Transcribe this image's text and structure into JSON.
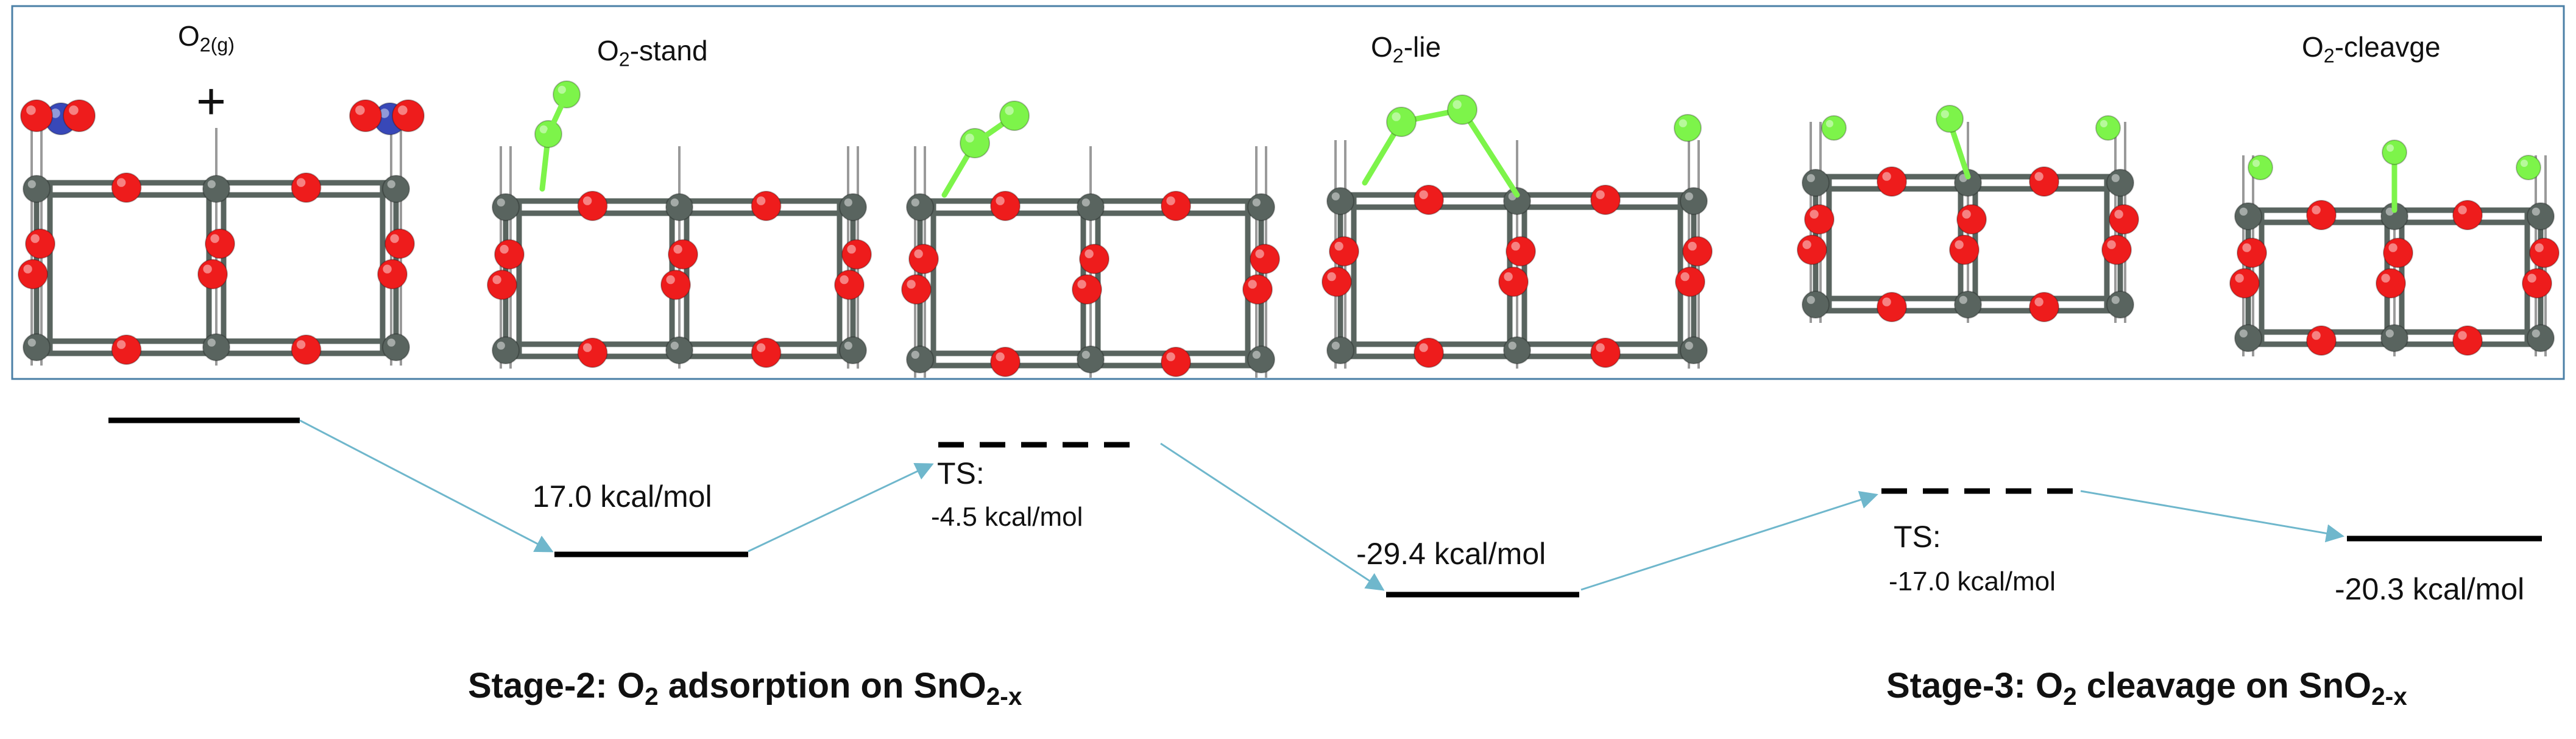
{
  "colors": {
    "panel_border": "#4a7fa6",
    "arrow": "#6fb7cc",
    "level_line": "#000000",
    "atom_Sn": "#59645f",
    "atom_O": "#ee1c1c",
    "atom_O_adsorbed": "#7df44a",
    "atom_N": "#3848b8"
  },
  "structures": {
    "gas": {
      "title_main": "O",
      "title_sub": "2(g)",
      "plus": "+"
    },
    "stand": {
      "title_main": "O",
      "title_sub": "2",
      "title_rest": "-stand"
    },
    "lie": {
      "title_main": "O",
      "title_sub": "2",
      "title_rest": "-lie"
    },
    "cleave": {
      "title_main": "O",
      "title_sub": "2",
      "title_rest": "-cleavge"
    }
  },
  "energy_profile": {
    "levels": [
      {
        "state": "gas",
        "label": ""
      },
      {
        "state": "stand",
        "label": "17.0 kcal/mol"
      },
      {
        "state": "ts1",
        "ts_label": "TS:",
        "label": "-4.5 kcal/mol"
      },
      {
        "state": "lie",
        "label": "-29.4 kcal/mol"
      },
      {
        "state": "ts2",
        "ts_label": "TS:",
        "label": "-17.0 kcal/mol"
      },
      {
        "state": "cleave",
        "label": "-20.3 kcal/mol"
      }
    ]
  },
  "stages": {
    "stage2": {
      "prefix": "Stage-2: O",
      "sub1": "2",
      "middle": " adsorption on SnO",
      "sub2": "2-x"
    },
    "stage3": {
      "prefix": "Stage-3: O",
      "sub1": "2",
      "middle": " cleavage on SnO",
      "sub2": "2-x"
    }
  }
}
